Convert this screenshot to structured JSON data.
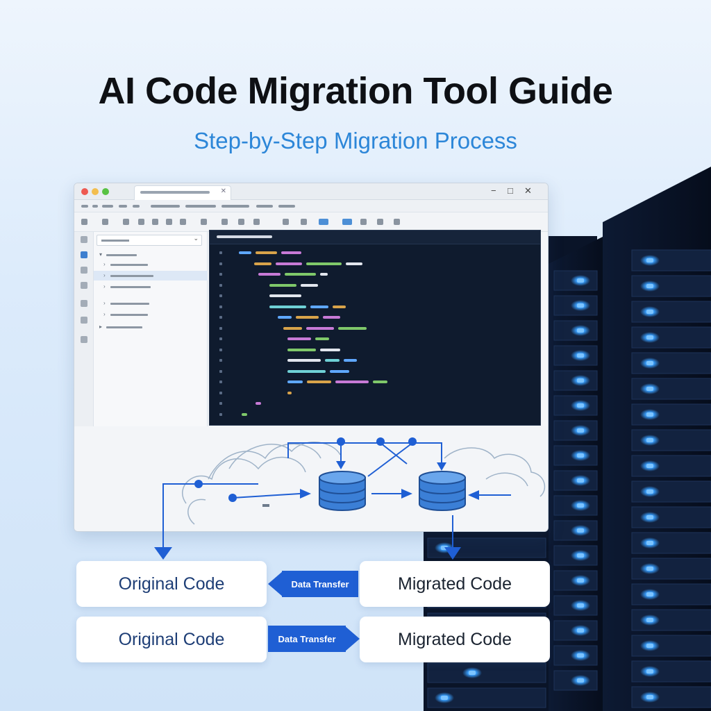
{
  "header": {
    "title": "AI Code Migration Tool Guide",
    "subtitle": "Step-by-Step Migration Process"
  },
  "window": {
    "controls": {
      "minimize": "−",
      "maximize": "□",
      "close": "✕"
    }
  },
  "steps": [
    {
      "source": "Original Code",
      "transfer": "Data Transfer",
      "target": "Migrated Code"
    },
    {
      "source": "Original Code",
      "transfer": "Data Transfer",
      "target": "Migrated Code"
    }
  ],
  "colors": {
    "accent": "#2c86d8",
    "transfer_arrow": "#1f5fd4",
    "editor_bg": "#0f1b2e",
    "server_led": "#3aa0ff"
  },
  "icons": [
    "window-close-icon",
    "database-icon",
    "cloud-icon",
    "server-rack-icon",
    "arrow-icon"
  ]
}
